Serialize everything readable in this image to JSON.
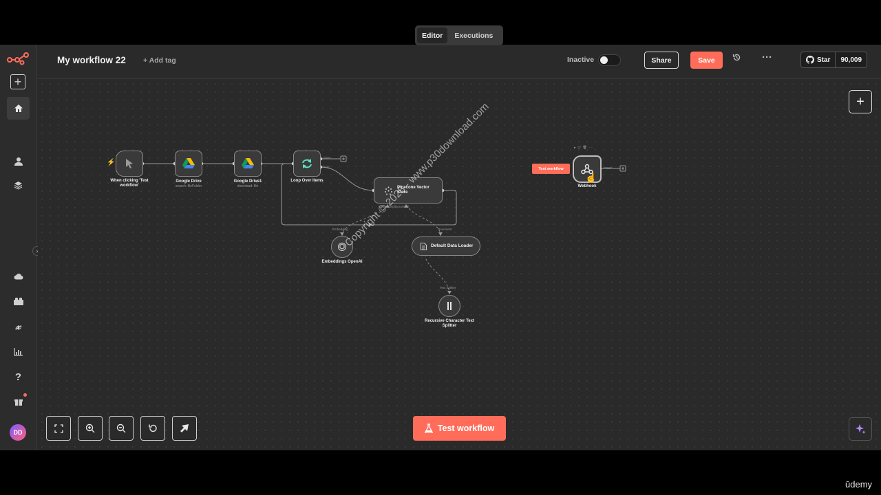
{
  "header": {
    "workflow_name": "My workflow 22",
    "add_tag": "+ Add tag",
    "status_label": "Inactive",
    "share_label": "Share",
    "save_label": "Save",
    "github_star": "Star",
    "github_count": "90,009"
  },
  "tabs": [
    {
      "label": "Editor"
    },
    {
      "label": "Executions"
    }
  ],
  "nodes": {
    "trigger": {
      "label": "When clicking 'Test workflow'"
    },
    "gdrive1": {
      "label": "Google Drive",
      "sub": "search: fileFolder"
    },
    "gdrive2": {
      "label": "Google Drive1",
      "sub": "download: file"
    },
    "loop": {
      "label": "Loop Over Items"
    },
    "pinecone": {
      "label": "Pinecone Vector Store"
    },
    "embeddings": {
      "label": "Embeddings OpenAI"
    },
    "loader": {
      "label": "Default Data Loader"
    },
    "splitter": {
      "label": "Recursive Character Text Splitter"
    },
    "webhook": {
      "label": "Webhook"
    },
    "test_tag": "Test workflow"
  },
  "connector_labels": {
    "done": "done",
    "loop": "loop",
    "embedding": "Embedding",
    "document": "Document",
    "text_splitter": "Text Splitter",
    "post": "POST",
    "pinecone_in": "Embedding/Document"
  },
  "bottom": {
    "test_workflow": "Test workflow"
  },
  "user": {
    "initials": "DD"
  },
  "watermark": "Copyright © 2025 - www.p30download.com",
  "brand": "ūdemy",
  "colors": {
    "accent": "#ff6d5a",
    "canvas": "#2a2a2a"
  }
}
